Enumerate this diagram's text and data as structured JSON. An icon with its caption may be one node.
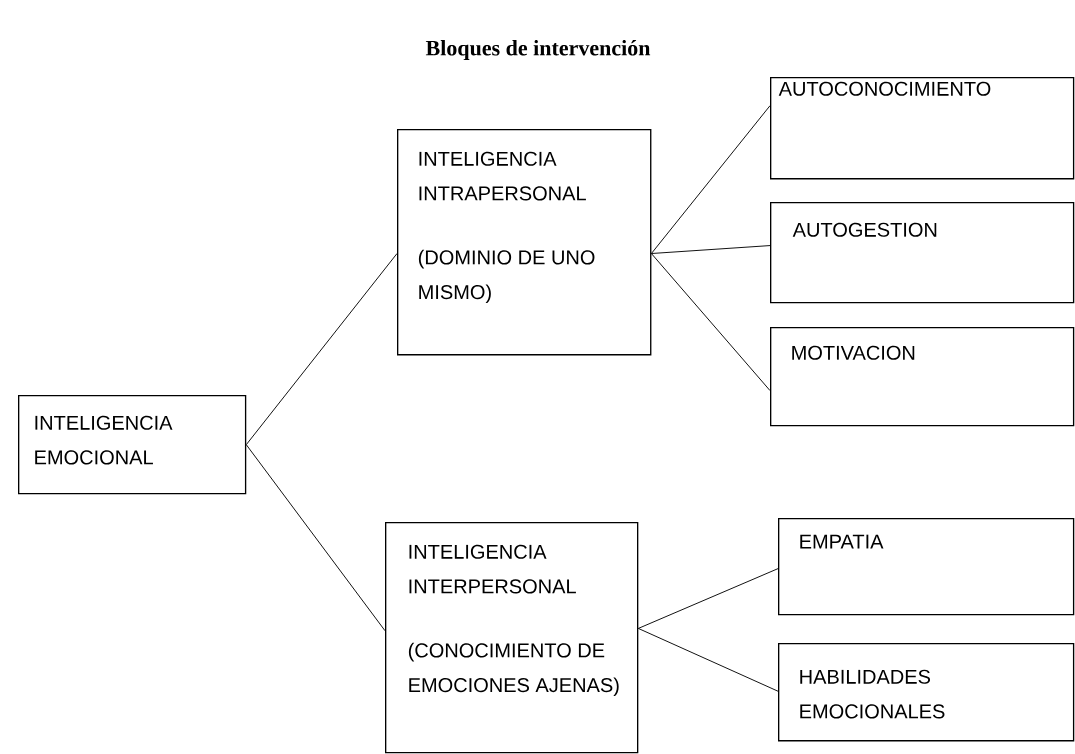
{
  "diagram": {
    "title": "Bloques de intervención",
    "nodes": [
      {
        "text": [
          "INTELIGENCIA EMOCIONAL"
        ]
      },
      {
        "text": [
          "INTELIGENCIA INTRAPERSONAL",
          "(DOMINIO DE UNO MISMO)"
        ]
      },
      {
        "text": [
          "AUTOCONOCIMIENTO"
        ]
      },
      {
        "text": [
          "AUTOGESTION"
        ]
      },
      {
        "text": [
          "MOTIVACION"
        ]
      },
      {
        "text": [
          "INTELIGENCIA INTERPERSONAL",
          "(CONOCIMIENTO DE EMOCIONES AJENAS)"
        ]
      },
      {
        "text": [
          "EMPATIA"
        ]
      },
      {
        "text": [
          "HABILIDADES EMOCIONALES"
        ]
      }
    ],
    "edges": [
      {
        "from": 0,
        "to": 1,
        "arrow": "none"
      },
      {
        "from": 0,
        "to": 5,
        "arrow": "none"
      },
      {
        "from": 1,
        "to": 2,
        "arrow": "none"
      },
      {
        "from": 1,
        "to": 3,
        "arrow": "none"
      },
      {
        "from": 1,
        "to": 4,
        "arrow": "none"
      },
      {
        "from": 5,
        "to": 6,
        "arrow": "none"
      },
      {
        "from": 5,
        "to": 7,
        "arrow": "none"
      }
    ]
  }
}
